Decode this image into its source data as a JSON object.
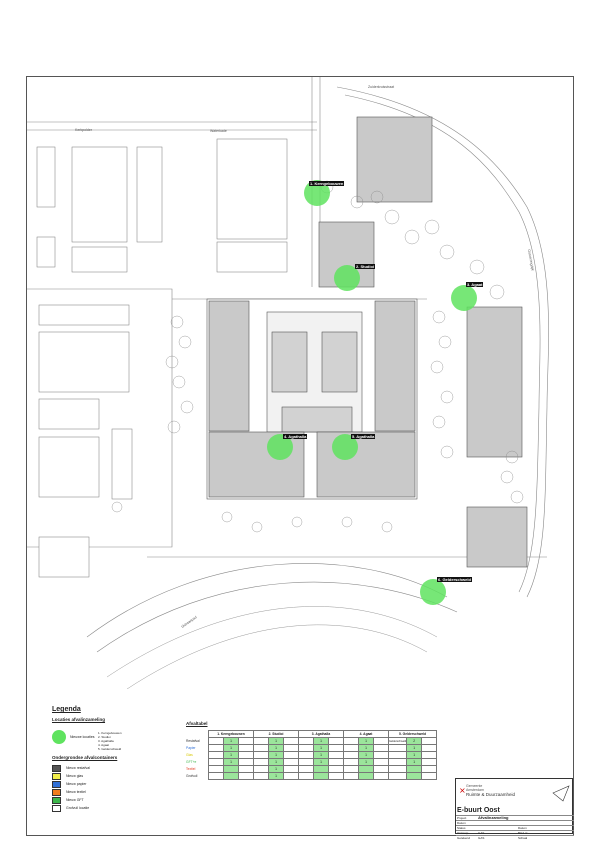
{
  "streets": {
    "north": "Zuiderkruisstraat",
    "east": "Oosterringdijk",
    "west1": "Kerkpolder",
    "west2": "Waterkade",
    "south": "IJsbaanpad"
  },
  "markers": [
    {
      "id": "1",
      "label": "1. Kerngebouwen"
    },
    {
      "id": "2",
      "label": "2. Studioi"
    },
    {
      "id": "3",
      "label": "3. Agaat"
    },
    {
      "id": "4",
      "label": "4. Agathalla"
    },
    {
      "id": "5",
      "label": "5. Agathalla"
    },
    {
      "id": "6",
      "label": "6. Gelderschweld"
    }
  ],
  "legend": {
    "title": "Legenda",
    "section1": "Locaties afvalinzameling",
    "new_location": "Nieuwe locaties",
    "locations": [
      "1. Kerngebouwen",
      "2. Studioi",
      "3. Agathalla",
      "4. Agaat",
      "5. Gelderschweld"
    ],
    "section2": "Ondergrondse afvalcontainers",
    "containers": [
      {
        "label": "Nieuw restafval",
        "color": "#555555"
      },
      {
        "label": "Nieuw glas",
        "color": "#f2ee4a"
      },
      {
        "label": "Nieuw papier",
        "color": "#2f6fd6"
      },
      {
        "label": "Nieuw textiel",
        "color": "#f07c1e"
      },
      {
        "label": "Nieuw GFT",
        "color": "#3bb54a"
      },
      {
        "label": "Grofvuil locatie",
        "color": "#ffffff"
      }
    ]
  },
  "table": {
    "title": "Afvaltabel",
    "columns": [
      "1. Kerngebouwen",
      "2. Studioi",
      "3. Agathalla",
      "4. Agaat",
      "5. Gelderschweld"
    ],
    "rows": [
      {
        "label": "Restafval",
        "color": "#333333",
        "values": [
          "1",
          "1",
          "1",
          "1",
          "2"
        ]
      },
      {
        "label": "Papier",
        "color": "#2f6fd6",
        "values": [
          "1",
          "1",
          "1",
          "1",
          "1"
        ]
      },
      {
        "label": "Glas",
        "color": "#d8c800",
        "values": [
          "1",
          "1",
          "1",
          "1",
          "1"
        ]
      },
      {
        "label": "GFT+e",
        "color": "#3bb54a",
        "values": [
          "1",
          "1",
          "1",
          "1",
          "1"
        ]
      },
      {
        "label": "Textiel",
        "color": "#e23a1e",
        "values": [
          "",
          "1",
          "",
          "",
          ""
        ]
      },
      {
        "label": "Grofvuil",
        "color": "#333333",
        "values": [
          "",
          "1",
          "",
          "",
          ""
        ]
      }
    ],
    "note_col5": "Gelderschweld"
  },
  "titleblock": {
    "org1": "Gemeente",
    "org2": "Amsterdam",
    "dept": "Ruimte & Duurzaamheid",
    "project": "E-buurt Oost",
    "fields": [
      {
        "k": "Project",
        "v": "Afvalinzameling"
      },
      {
        "k": "Datum",
        "v": ""
      },
      {
        "k": "Status",
        "v": ""
      },
      {
        "k": "Ontwerp",
        "v": "GAS"
      },
      {
        "k": "Getekend",
        "v": "GAS"
      }
    ],
    "right_fields": [
      "Datum",
      "Blad nr",
      "Schaal"
    ]
  }
}
